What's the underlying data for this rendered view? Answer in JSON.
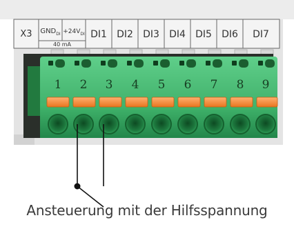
{
  "header": {
    "connector": "X3",
    "gnd": {
      "main": "GND",
      "sub": "DI"
    },
    "supply": {
      "main": "+24V",
      "sub": "DI"
    },
    "current": "40 mA",
    "inputs": [
      "DI1",
      "DI2",
      "DI3",
      "DI4",
      "DI5",
      "DI6",
      "DI7"
    ]
  },
  "pins": [
    "1",
    "2",
    "3",
    "4",
    "5",
    "6",
    "7",
    "8",
    "9"
  ],
  "caption": "Ansteuerung mit der Hilfsspannung",
  "colors": {
    "terminal_green": "#3bb36a",
    "terminal_dark": "#1f8a4a",
    "release_orange": "#f08a32",
    "housing_grey": "#e6e6e6",
    "label_strip": "#f4f4f4"
  }
}
